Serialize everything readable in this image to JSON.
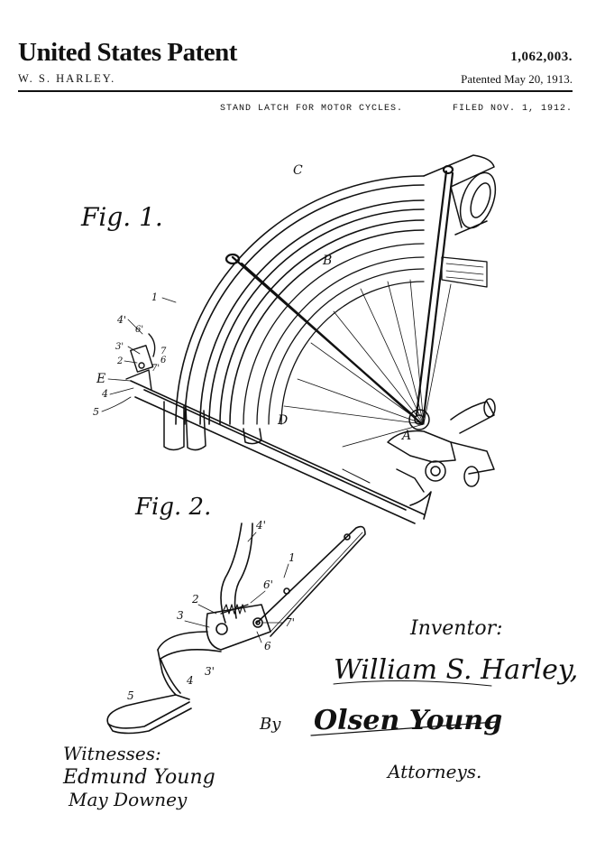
{
  "header": {
    "title": "United States Patent",
    "number": "1,062,003.",
    "inventor": "W. S. HARLEY.",
    "patented": "Patented May 20, 1913.",
    "subtitle": "STAND LATCH FOR MOTOR CYCLES.",
    "filed": "FILED NOV. 1, 1912."
  },
  "figures": {
    "fig1_label": "Fig. 1.",
    "fig2_label": "Fig. 2."
  },
  "fig1_refs": {
    "C": "C",
    "B": "B",
    "D": "D",
    "A": "A",
    "E": "E",
    "r1": "1",
    "r4p": "4'",
    "r6p": "6'",
    "r3p": "3'",
    "r2": "2",
    "r7p": "7'",
    "r4": "4",
    "r5": "5",
    "r7": "7",
    "r6": "6"
  },
  "fig2_refs": {
    "r4p": "4'",
    "r1": "1",
    "r6p": "6'",
    "r2": "2",
    "r3": "3",
    "r7p": "7'",
    "r6": "6",
    "r3p": "3'",
    "r4": "4",
    "r5": "5"
  },
  "signatures": {
    "inventor_caption": "Inventor:",
    "inventor_name": "William S. Harley,",
    "by": "By",
    "attorney_name": "Olsen Young",
    "attorneys_caption": "Attorneys.",
    "witnesses_caption": "Witnesses:",
    "witness_1": "Edmund Young",
    "witness_2": "May Downey"
  }
}
